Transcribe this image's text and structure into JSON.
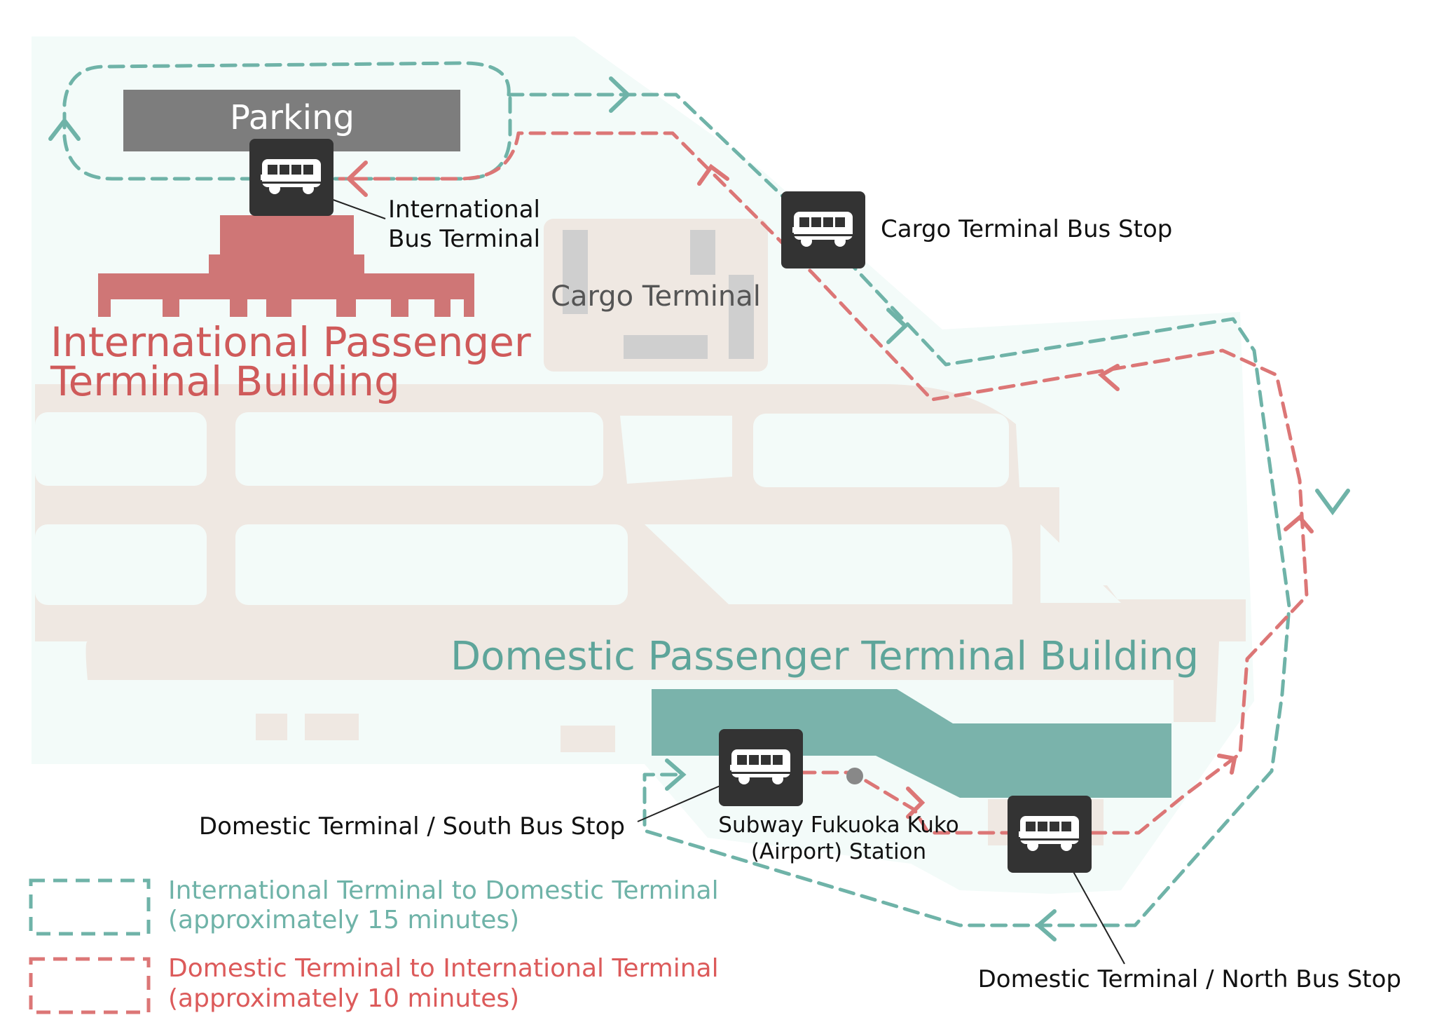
{
  "labels": {
    "parking": "Parking",
    "cargo_terminal": "Cargo Terminal",
    "international_building_line1": "International Passenger",
    "international_building_line2": "Terminal Building",
    "domestic_building": "Domestic Passenger Terminal Building"
  },
  "bus_stops": {
    "international_line1": "International",
    "international_line2": "Bus Terminal",
    "cargo": "Cargo Terminal Bus Stop",
    "domestic_south": "Domestic Terminal / South Bus Stop",
    "domestic_north": "Domestic Terminal / North Bus Stop"
  },
  "subway": {
    "line1": "Subway Fukuoka Kuko",
    "line2": "(Airport) Station"
  },
  "legend": {
    "intl_to_dom_line1": "International Terminal to Domestic Terminal",
    "intl_to_dom_line2": "(approximately 15 minutes)",
    "dom_to_intl_line1": "Domestic Terminal to International Terminal",
    "dom_to_intl_line2": "(approximately 10 minutes)"
  },
  "colors": {
    "teal_route": "#6fb3a8",
    "red_route": "#dc7676",
    "intl_building": "#cf7676",
    "domestic_building": "#7ab3ab",
    "parking": "#7d7d7d",
    "ground": "#f3fbf9",
    "runway": "#efe8e2",
    "bus_icon_bg": "#333333"
  },
  "icons": [
    "bus-icon",
    "station-dot"
  ]
}
